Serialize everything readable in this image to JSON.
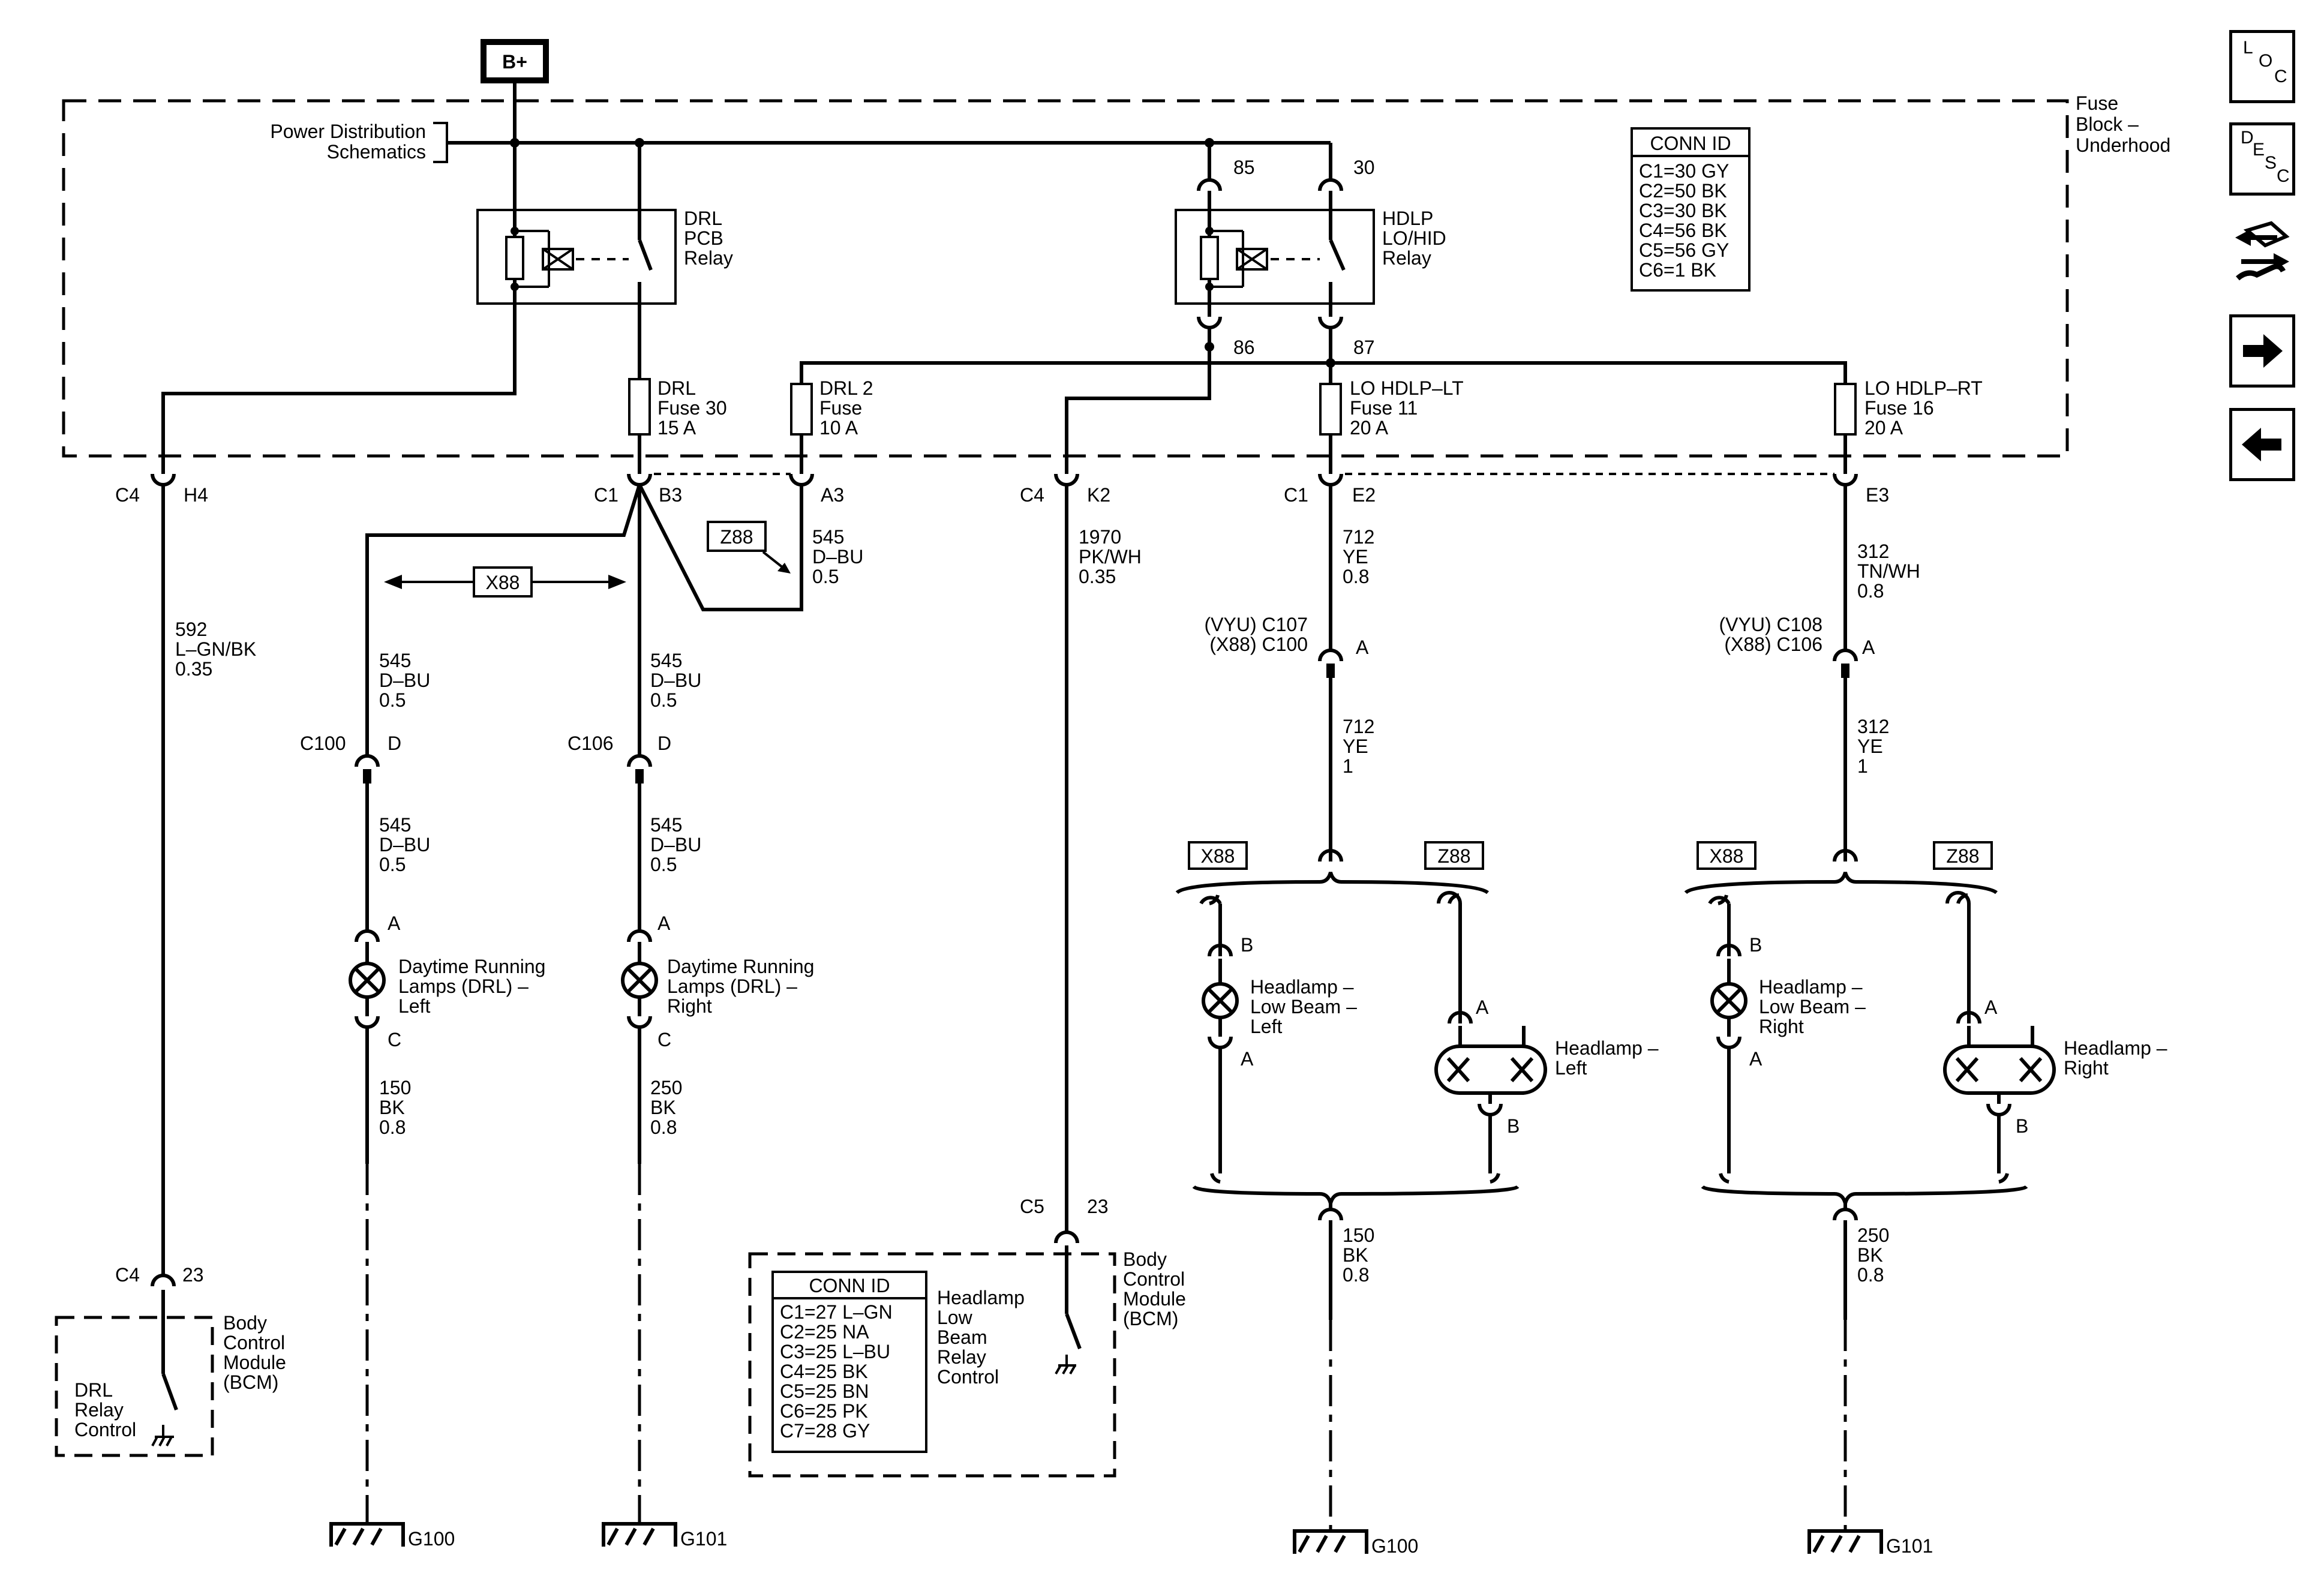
{
  "source": "B+",
  "power_dist": [
    "Power Distribution",
    "Schematics"
  ],
  "fuse_block": [
    "Fuse",
    "Block –",
    "Underhood"
  ],
  "conn_id_fuse": {
    "title": "CONN ID",
    "rows": [
      "C1=30 GY",
      "C2=50 BK",
      "C3=30 BK",
      "C4=56 BK",
      "C5=56 GY",
      "C6=1 BK"
    ]
  },
  "relays": {
    "drl": [
      "DRL",
      "PCB",
      "Relay"
    ],
    "hdlp": [
      "HDLP",
      "LO/HID",
      "Relay"
    ],
    "pins": {
      "p85": "85",
      "p30": "30",
      "p86": "86",
      "p87": "87"
    }
  },
  "fuses": {
    "drl30": [
      "DRL",
      "Fuse 30",
      "15 A"
    ],
    "drl2": [
      "DRL 2",
      "Fuse",
      "10 A"
    ],
    "lo_lt": [
      "LO HDLP–LT",
      "Fuse 11",
      "20 A"
    ],
    "lo_rt": [
      "LO HDLP–RT",
      "Fuse 16",
      "20 A"
    ]
  },
  "connectors": {
    "c4": "C4",
    "h4": "H4",
    "c1a": "C1",
    "b3": "B3",
    "a3": "A3",
    "c4b": "C4",
    "k2": "K2",
    "c1b": "C1",
    "e2": "E2",
    "e3": "E3",
    "c100": "C100",
    "c106": "C106",
    "d1": "D",
    "d2": "D",
    "c5": "C5",
    "n23a": "23",
    "c4c": "C4",
    "n23b": "23",
    "vyu_lt": "(VYU)  C107",
    "x88_lt": "(X88)  C100",
    "a_lt": "A",
    "vyu_rt": "(VYU)  C108",
    "x88_rt": "(X88)  C106",
    "a_rt": "A"
  },
  "options": {
    "z88": "Z88",
    "x88": "X88"
  },
  "wires": {
    "w592": [
      "592",
      "L–GN/BK",
      "0.35"
    ],
    "w545a": [
      "545",
      "D–BU",
      "0.5"
    ],
    "w545b": [
      "545",
      "D–BU",
      "0.5"
    ],
    "w545c": [
      "545",
      "D–BU",
      "0.5"
    ],
    "w545d": [
      "545",
      "D–BU",
      "0.5"
    ],
    "w545e": [
      "545",
      "D–BU",
      "0.5"
    ],
    "w1970": [
      "1970",
      "PK/WH",
      "0.35"
    ],
    "w712a": [
      "712",
      "YE",
      "0.8"
    ],
    "w712b": [
      "712",
      "YE",
      "1"
    ],
    "w312a": [
      "312",
      "TN/WH",
      "0.8"
    ],
    "w312b": [
      "312",
      "YE",
      "1"
    ],
    "w150a": [
      "150",
      "BK",
      "0.8"
    ],
    "w250a": [
      "250",
      "BK",
      "0.8"
    ],
    "w150b": [
      "150",
      "BK",
      "0.8"
    ],
    "w250b": [
      "250",
      "BK",
      "0.8"
    ]
  },
  "lamps": {
    "drl_left": [
      "Daytime Running",
      "Lamps (DRL) –",
      "Left"
    ],
    "drl_right": [
      "Daytime Running",
      "Lamps (DRL) –",
      "Right"
    ],
    "lowbeam_left": [
      "Headlamp –",
      "Low Beam –",
      "Left"
    ],
    "lowbeam_right": [
      "Headlamp –",
      "Low Beam –",
      "Right"
    ],
    "hl_left": [
      "Headlamp –",
      "Left"
    ],
    "hl_right": [
      "Headlamp –",
      "Right"
    ],
    "pins": {
      "a": "A",
      "b": "B",
      "c": "C"
    }
  },
  "bcm_left": {
    "title": [
      "Body",
      "Control",
      "Module",
      "(BCM)"
    ],
    "inner": [
      "DRL",
      "Relay",
      "Control"
    ]
  },
  "bcm_center": {
    "title": [
      "Body",
      "Control",
      "Module",
      "(BCM)"
    ],
    "inner": [
      "Headlamp",
      "Low",
      "Beam",
      "Relay",
      "Control"
    ],
    "conn_title": "CONN ID",
    "conn_rows": [
      "C1=27 L–GN",
      "C2=25 NA",
      "C3=25 L–BU",
      "C4=25 BK",
      "C5=25 BN",
      "C6=25 PK",
      "C7=28 GY"
    ]
  },
  "grounds": {
    "g100a": "G100",
    "g101a": "G101",
    "g100b": "G100",
    "g101b": "G101"
  },
  "nav": {
    "loc": [
      "L",
      "O",
      "C"
    ],
    "desc": [
      "D",
      "E",
      "S",
      "C"
    ],
    "icons": [
      "wrench-swap-icon",
      "arrow-right-icon",
      "arrow-left-icon"
    ]
  }
}
